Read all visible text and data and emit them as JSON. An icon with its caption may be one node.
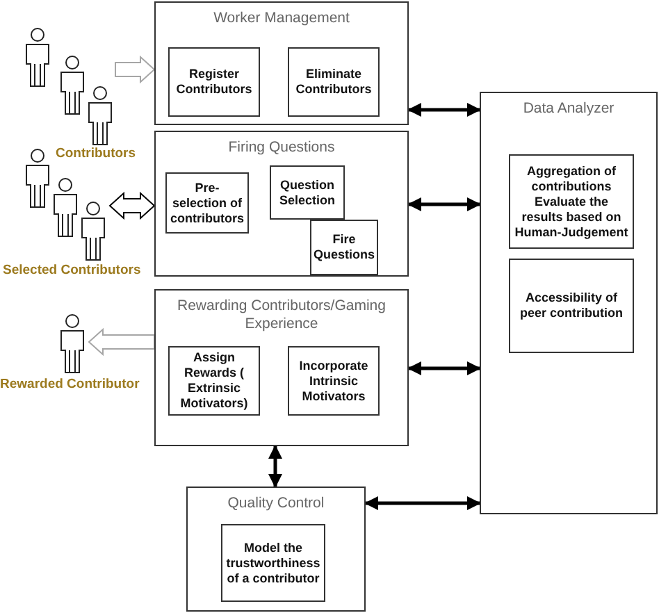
{
  "diagram": {
    "nodes": [
      {
        "text": [
          "Worker Management"
        ]
      },
      {
        "text": [
          "Register Contributors"
        ],
        "in": 0
      },
      {
        "text": [
          "Eliminate Contributors"
        ],
        "in": 0
      },
      {
        "text": [
          "Firing Questions"
        ]
      },
      {
        "text": [
          "Pre-selection of contributors"
        ],
        "in": 3
      },
      {
        "text": [
          "Question Selection"
        ],
        "in": 3
      },
      {
        "text": [
          "Fire Questions"
        ],
        "in": 3
      },
      {
        "text": [
          "Rewarding Contributors/Gaming Experience"
        ]
      },
      {
        "text": [
          "Assign Rewards ( Extrinsic Motivators)"
        ],
        "in": 7
      },
      {
        "text": [
          "Incorporate Intrinsic Motivators"
        ],
        "in": 7
      },
      {
        "text": [
          "Quality Control"
        ]
      },
      {
        "text": [
          "Model the trustworthiness of a contributor"
        ],
        "in": 10
      },
      {
        "text": [
          "Data Analyzer"
        ]
      },
      {
        "text": [
          "Aggregation of contributions Evaluate the results based on Human-Judgement"
        ],
        "in": 12
      },
      {
        "text": [
          "Accessibility of peer contribution"
        ],
        "in": 12
      },
      {
        "text": [],
        "shape": "person",
        "beside": [
          "Contributors"
        ]
      },
      {
        "text": [],
        "shape": "person",
        "beside": [
          "Selected Contributors"
        ]
      },
      {
        "text": [],
        "shape": "person",
        "beside": [
          "Rewarded Contributor"
        ]
      }
    ],
    "edges": [
      {
        "from": 15,
        "to": 0,
        "arrow": "to",
        "style": "thick",
        "color": "#a6a6a6"
      },
      {
        "from": 3,
        "to": 16,
        "arrow": "both",
        "style": "thick"
      },
      {
        "from": 7,
        "to": 17,
        "arrow": "to",
        "style": "thick",
        "color": "#a6a6a6"
      },
      {
        "from": 0,
        "to": 12,
        "arrow": "both"
      },
      {
        "from": 3,
        "to": 12,
        "arrow": "both"
      },
      {
        "from": 7,
        "to": 12,
        "arrow": "both"
      },
      {
        "from": 7,
        "to": 10,
        "arrow": "both"
      },
      {
        "from": 10,
        "to": 12,
        "arrow": "both"
      }
    ]
  }
}
